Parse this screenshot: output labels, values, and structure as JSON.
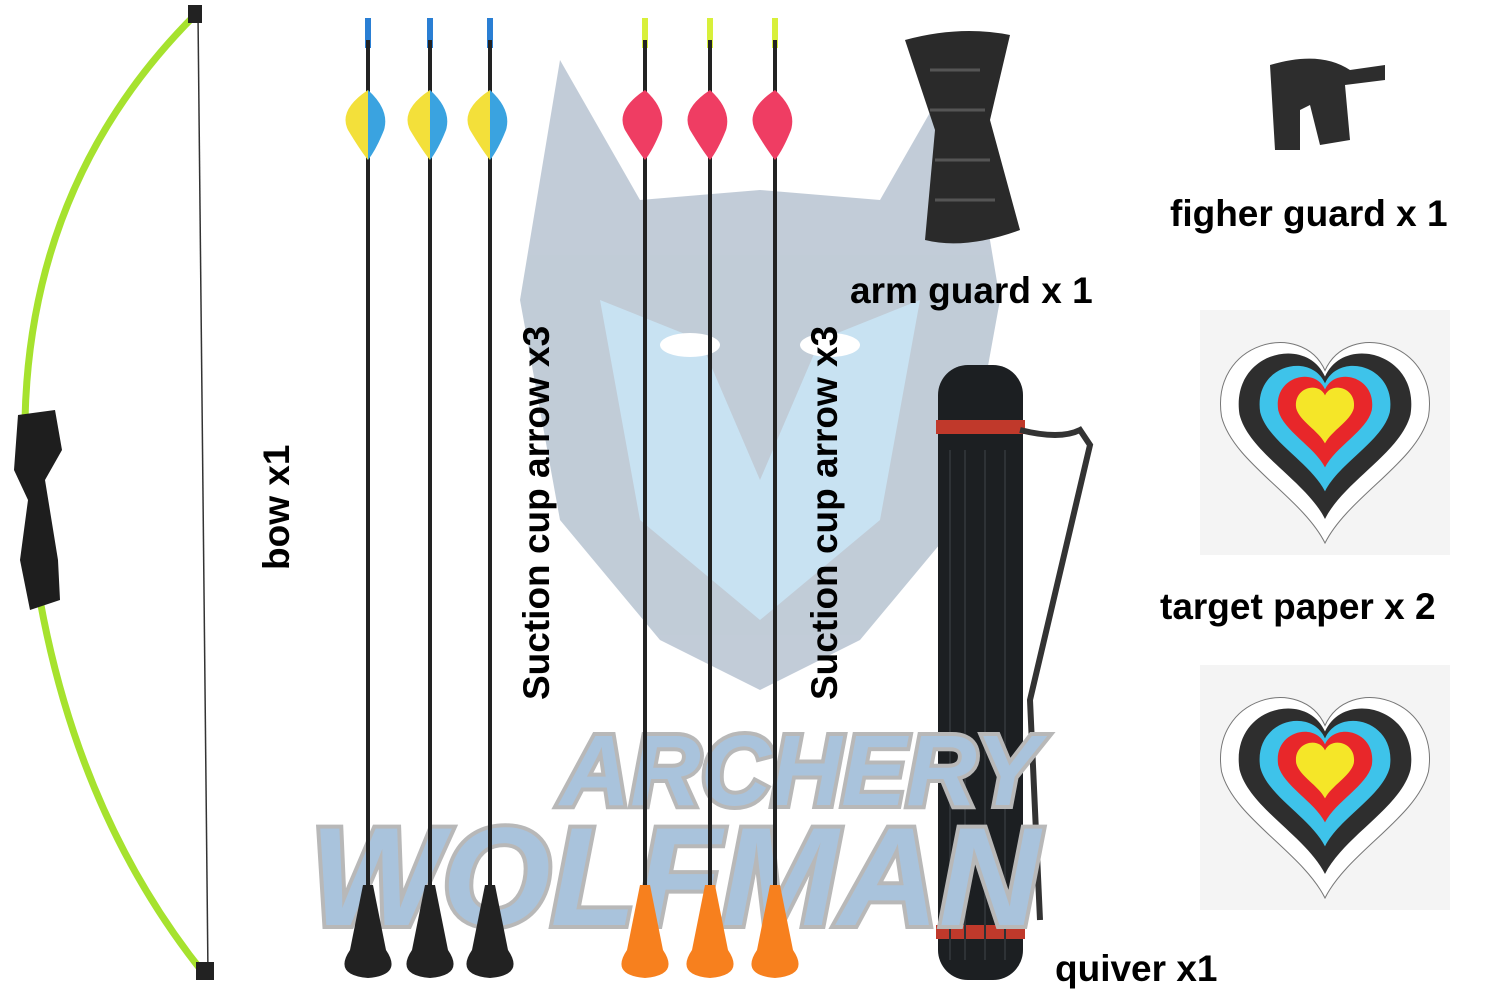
{
  "watermark": {
    "line1": "ARCHERY",
    "line2": "WOLFMAN",
    "color": "#a9c3dc",
    "shadow": "#b8b8b8"
  },
  "labels": {
    "bow": "bow x1",
    "arrows_blue": "Suction cup arrow x3",
    "arrows_pink": "Suction cup arrow x3",
    "arm_guard": "arm guard x 1",
    "finger_guard": "figher guard x 1",
    "target_paper": "target paper x 2",
    "quiver": "quiver x1"
  },
  "arrows": [
    {
      "group": "blue",
      "nock": "#2a7fd4",
      "vane_a": "#f3e03a",
      "vane_b": "#3aa3e0",
      "tip": "#222222"
    },
    {
      "group": "blue",
      "nock": "#2a7fd4",
      "vane_a": "#f3e03a",
      "vane_b": "#3aa3e0",
      "tip": "#222222"
    },
    {
      "group": "blue",
      "nock": "#2a7fd4",
      "vane_a": "#f3e03a",
      "vane_b": "#3aa3e0",
      "tip": "#222222"
    },
    {
      "group": "pink",
      "nock": "#d8f03a",
      "vane_a": "#ef3d63",
      "vane_b": "#ef3d63",
      "tip": "#f7801e"
    },
    {
      "group": "pink",
      "nock": "#d8f03a",
      "vane_a": "#ef3d63",
      "vane_b": "#ef3d63",
      "tip": "#f7801e"
    },
    {
      "group": "pink",
      "nock": "#d8f03a",
      "vane_a": "#ef3d63",
      "vane_b": "#ef3d63",
      "tip": "#f7801e"
    }
  ],
  "colors": {
    "bow_limb": "#a6e22e",
    "target_rings": [
      "#ffffff",
      "#2e2e2e",
      "#3ec3ea",
      "#e8272a",
      "#f5e628"
    ]
  }
}
